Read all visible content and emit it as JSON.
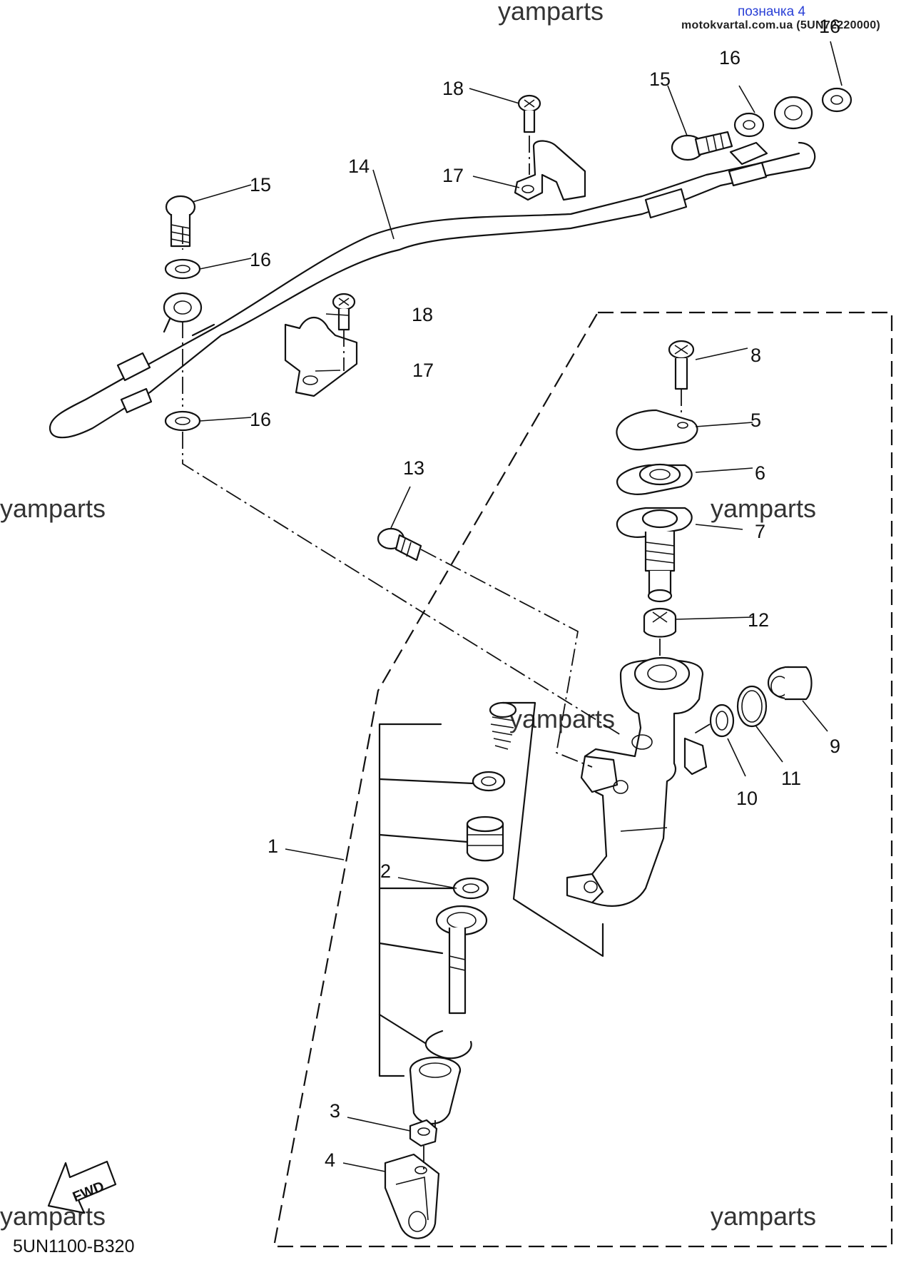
{
  "header": {
    "title": "позначка 4",
    "source": "motokvartal.com.ua (5UN72220000)"
  },
  "watermark": "yamparts",
  "diagram_code": "5UN1100-B320",
  "fwd_label": "FWD",
  "callouts": [
    "1",
    "2",
    "3",
    "4",
    "5",
    "6",
    "7",
    "8",
    "9",
    "10",
    "11",
    "12",
    "13",
    "14",
    "15",
    "16",
    "17",
    "18"
  ],
  "callout_texts": {
    "c1": "1",
    "c2": "2",
    "c3": "3",
    "c4": "4",
    "c5": "5",
    "c6": "6",
    "c7": "7",
    "c8": "8",
    "c9": "9",
    "c10": "10",
    "c11": "11",
    "c12": "12",
    "c13": "13",
    "c14": "14",
    "c15a": "15",
    "c15b": "15",
    "c16a": "16",
    "c16b": "16",
    "c16c": "16",
    "c16d": "16",
    "c17a": "17",
    "c17b": "17",
    "c18a": "18",
    "c18b": "18"
  }
}
